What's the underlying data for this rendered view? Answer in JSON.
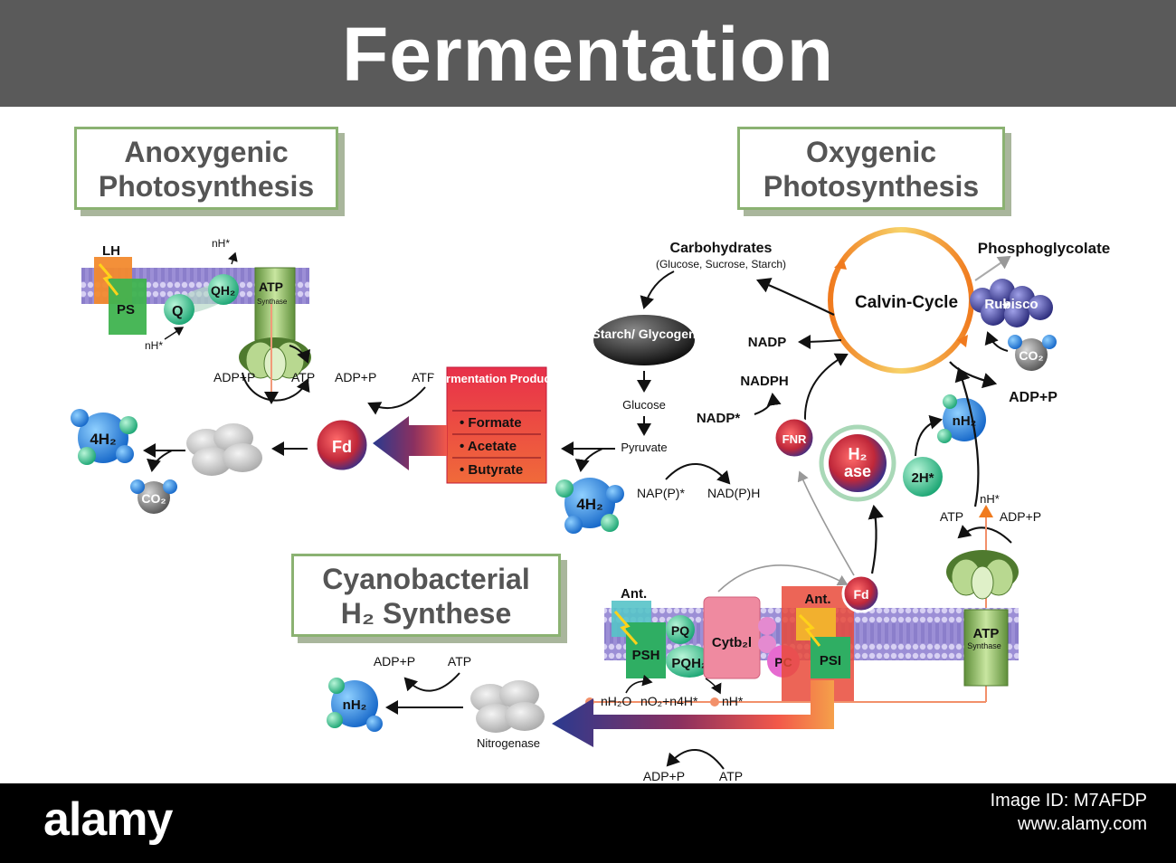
{
  "header": {
    "title": "Fermentation"
  },
  "panels": {
    "anoxygenic": {
      "line1": "Anoxygenic",
      "line2": "Photosynthesis"
    },
    "oxygenic": {
      "line1": "Oxygenic",
      "line2": "Photosynthesis"
    },
    "cyano": {
      "line1": "Cyanobacterial",
      "line2": "H₂ Synthese"
    }
  },
  "labels": {
    "lh": "LH",
    "ps": "PS",
    "q": "Q",
    "qh2": "QH₂",
    "nh_top": "nH*",
    "nh_bottom": "nH*",
    "atp": "ATP",
    "synthase": "Synthase",
    "adp_p": "ADP+P",
    "fd": "Fd",
    "h4": "4H₂",
    "co2": "CO₂",
    "ferm_title": "Fermentation Products",
    "starch": "Starch/ Glycogen",
    "glucose": "Glucose",
    "pyruvate": "Pyruvate",
    "napp": "NAP(P)*",
    "nadph_lower": "NAD(P)H",
    "carbohydrates": "Carbohydrates",
    "carb_sub": "(Glucose, Sucrose, Starch)",
    "calvin": "Calvin-Cycle",
    "phosphoglycolate": "Phosphoglycolate",
    "rubisco": "Rubisco",
    "nadp": "NADP",
    "nadph": "NADPH",
    "nadp_star": "NADP*",
    "fnr": "FNR",
    "h2": "H₂",
    "ase": "ase",
    "h2star": "2H*",
    "nh2": "nH₂",
    "nh_star": "nH*",
    "ant": "Ant.",
    "pq": "PQ",
    "psh": "PSH",
    "pqh2": "PQH₂",
    "cytb": "Cytb₂l",
    "pc": "PC",
    "psi": "PSI",
    "water": "nH₂O",
    "oxygen": "nO₂+n4H*",
    "nitrogenase": "Nitrogenase"
  },
  "ferm_items": [
    "• Formate",
    "• Acetate",
    "• Butyrate"
  ],
  "footer": {
    "brand": "alamy",
    "image_id": "Image ID: M7AFDP",
    "site": "www.alamy.com"
  },
  "colors": {
    "header": "#5a5a5a",
    "membrane": "#8f7fcf",
    "calvin": "#f07a1e",
    "fd": "#c0283a",
    "ferm": "#e8304a",
    "arrow_blue": "#2a3a8f",
    "box_border": "#8bb272"
  }
}
